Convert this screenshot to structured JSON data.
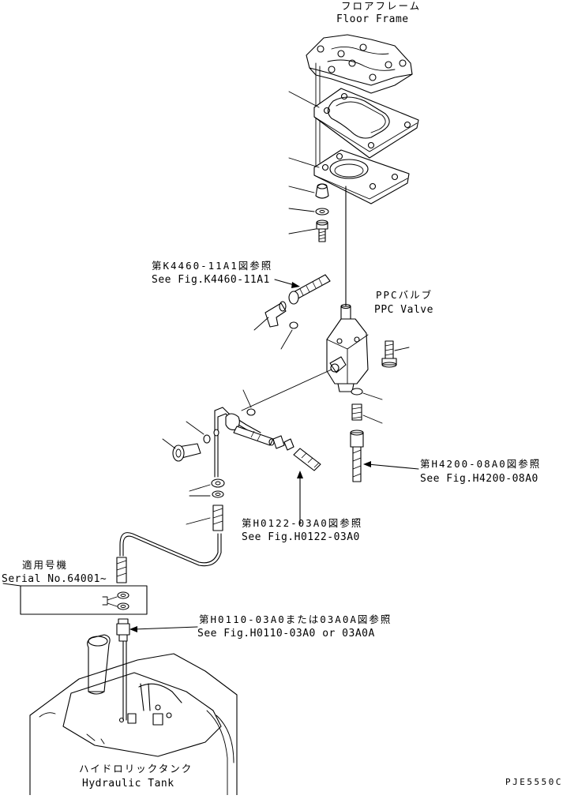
{
  "labels": {
    "floor_frame_jp": "フロアフレーム",
    "floor_frame_en": "Floor Frame",
    "ref_k4460_jp": "第K4460-11A1図参照",
    "ref_k4460_en": "See Fig.K4460-11A1",
    "ppc_valve_jp": "PPCバルブ",
    "ppc_valve_en": "PPC Valve",
    "ref_h4200_jp": "第H4200-08A0図参照",
    "ref_h4200_en": "See Fig.H4200-08A0",
    "ref_h0122_jp": "第H0122-03A0図参照",
    "ref_h0122_en": "See Fig.H0122-03A0",
    "serial_jp": "適用号機",
    "serial_en": "Serial No.64001~",
    "ref_h0110_jp": "第H0110-03A0または03A0A図参照",
    "ref_h0110_en": "See Fig.H0110-03A0 or 03A0A",
    "hydraulic_tank_jp": "ハイドロリックタンク",
    "hydraulic_tank_en": "Hydraulic Tank",
    "drawing_code": "PJE5550C"
  }
}
